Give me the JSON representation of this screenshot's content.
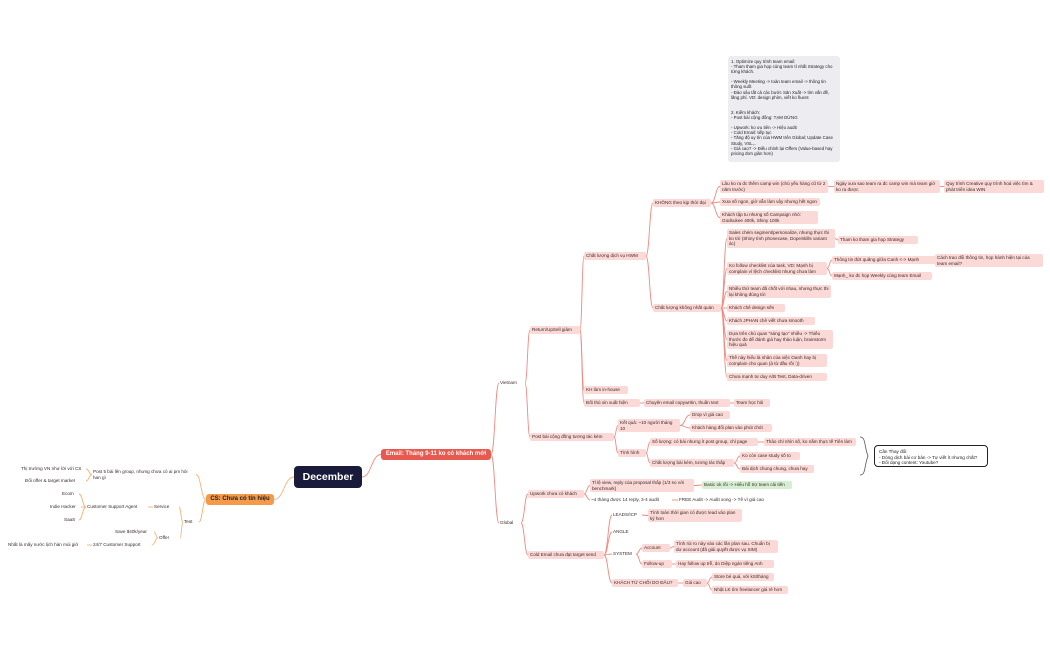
{
  "root": "December",
  "branch_email": "Email: Tháng 9-11 ko có khách mới",
  "branch_cs": "CS: Chưa có tín hiệu",
  "note_box": "1. Optimize quy trình team email:\n- Tham tham gia họp cùng team tí nhất Strategy cho từng khách.\n\n- Weekly Meeting -> toàn team email -> thông tin thông suốt\n- Đào sâu tất cả các bước Sản Xuất -> tìm vấn đề, lãng phí. VD: design phím, viết ko fluent\n\n\n2. Kiếm khách:\n- Post bài cộng đồng: TẠM DỪNG\n\n- Upwork: ko ưu tiên -> Hiệu audit\n- Cold Email: tiếp tục\n- Tăng độ uy tín của HWM trên Global; Update Case Study, VSL,..\n- Giá cao? -> Điều chỉnh lại Offers (Value-based hay pricing đơn giản hơn)",
  "callout_box": "Cần Thay đổi:\n- Dòng dịch bài cơ bản -> Tự viết ít nhưng chất?\n- Đổi dạng content: Youtube?",
  "vn": {
    "label": "Vietnam",
    "return": "Return/UpSell giảm",
    "cl_dv": "Chất lượng dịch vụ HWM",
    "khong_kip": "KHÔNG theo kịp thời đại",
    "lau_ko": "Lâu ko ra đc thêm camp win (chủ yếu hàng cũ từ 2 năm trước)",
    "ngay_xua": "Ngày xưa sao team ra đc camp win mà team giờ ko ra được",
    "quy_trinh": "Quy trình Creative quy trình hoá việc tìm & phát triển idea WIN",
    "xua_so": "Xưa số ngon, giờ vẫn làm vậy nhưng hết ngon",
    "khach_tap": "Khách tập tu nhưng số Campaign nhỏ: Godsukee 400k, Shiny 100k",
    "cl_khong_nhat": "Chất lượng không nhất quán",
    "sales_chem": "Sales chém segment/personalize, nhưng thực thi ko tới (Shiny tình phonecase, DopeSkills variant ác)",
    "tham_ko": "Tham ko tham gia họp Strategy",
    "ko_follow": "Ko follow checklist của task, VD: Mạnh bị complain vì lệch checklist nhưng chưa làm",
    "thong_tin": "Thông tin đứt quãng giữa Canh <-> Mạnh",
    "cach_trao": "Cách trao đổi thông tin, họp hành hiện tại của team email?",
    "manh_ko": "Mạnh_ ko đc họp Weekly cùng team Email",
    "nhieu_thu": "Nhiều thứ team đã chốt với nhau, nhưng thực thi lại không đúng tới",
    "khach_che_design": "Khách chê design sến",
    "khach_jp": "Khách JPHAN chê viết chưa smooth",
    "dua_tren": "Dựa trên chủ quan \"sáng tạo\" nhiều -> Thiếu thước đo để đánh giá hay thảo luận, brainstorm hiệu quả",
    "the_nay": "Thế này hiểu là nhân của việc Oanh hay bị complain cho quan (à từ đầu rồi :))",
    "chua_manh": "Chưa mạnh tư duy A/B Test, Data-driven",
    "kh_inhouse": "KH làm in-house",
    "doi_thu": "Đối thủ xin xuất hiện",
    "chuyen_email": "Chuyên email copywritin, thuần text",
    "team_hoc": "Team học hỏi",
    "post_bai": "Post bài cộng đồng tương tác kém",
    "ket_qua": "Kết quả: ~10 người tháng 10",
    "drop_vi": "Drop vì giá cao",
    "khach_hang_doi": "Khách hàng đổi plan vào phút chót",
    "tinh_hinh": "Tình hình",
    "so_luong": "Số lượng: có bài nhưng ít post group, chỉ page",
    "thao_chi": "Thảo chỉ nhìn số, ko nắm thực tế Tiên làm",
    "cl_bai": "Chất lượng bài kém, tương tác thấp",
    "ko_con_case": "Ko còn case study số to",
    "bai_dich": "Bài dịch chung chung, chưa hay"
  },
  "gl": {
    "label": "Global",
    "upwork": "Upwork chưa có khách",
    "ti_le": "Tỉ lệ view, reply của proposal thấp (1/3 so với benchmark)",
    "basic_ok": "Basic ok rồi -> Hiểu hỗ trợ team cải tiến",
    "bon_thang": "~4 tháng được 14 reply, 3-4 audit",
    "free_audit": "FREE Audit -> Audit xong -> Tê vì giá cao",
    "cold_email": "Cold Email chưa đạt target send",
    "leads": "LEADS/ICP",
    "tinh_toan": "Tính toán thời gian có được lead vào plan ký hơn",
    "angle": "ANGLE",
    "system": "SYSTEM",
    "account": "Account",
    "tinh_rui": "Tính rủi ro này vào các lần plan sau. Chuẩn bị dư account (đã giải quyết được vụ SIM)",
    "follow": "Follow-up",
    "hay_follow": "Hay follow up trễ, do Diệp ngán tiếng Anh",
    "khach_tu": "KHÁCH TỪ CHỐI DO ĐÂU?",
    "gia_cao": "Giá cao",
    "store_be": "Store bé quá, với kS/tháng",
    "nhat_lk": "Nhật LK tìm freelancer giá rẻ hơn"
  },
  "cs": {
    "test": "Test",
    "service": "Service",
    "offer": "Offer",
    "post5": "Post 5 bài lên group, nhưng chưa có ai pm hỏi han gì",
    "thi_truong": "Thị trường VN như lời với CS",
    "doi_offer": "Đổi offer & target market",
    "csa": "Customer Support Agent",
    "ecom": "Ecom",
    "indie": "Indie Hacker",
    "saas": "SaaS",
    "save": "Save $40k/year",
    "support247": "24/7 Customer Support",
    "nhat_la": "Nhất là mấy nước lịch hàn mùi giờ"
  },
  "colors": {
    "root": "#1a1a3a",
    "email_branch": "#e85a4f",
    "cs_branch": "#f39a4b",
    "red_node": "#fbd9d6",
    "orange_node": "#fde3c8",
    "green_node": "#d6efd2"
  }
}
